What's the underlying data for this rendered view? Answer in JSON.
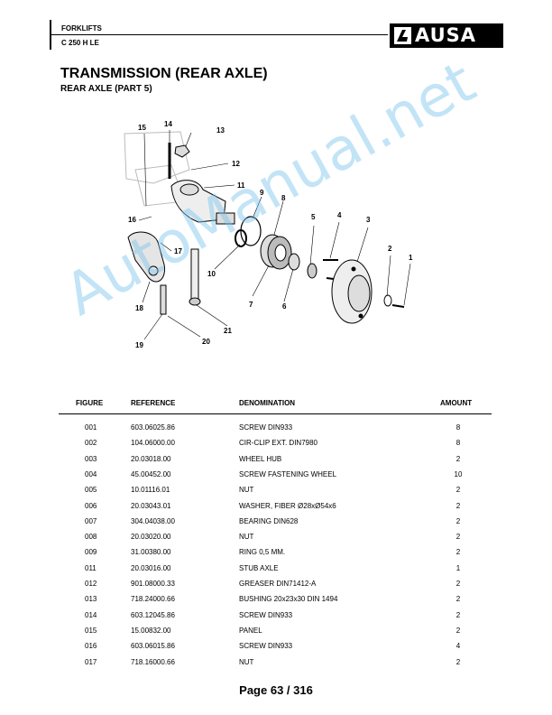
{
  "header": {
    "line1": "FORKLIFTS",
    "line2": "C 250 H LE",
    "logo_text": "AUSA"
  },
  "title": "TRANSMISSION (REAR AXLE)",
  "subtitle": "REAR AXLE (PART 5)",
  "watermark": "AutoManual.net",
  "diagram": {
    "callouts": [
      "15",
      "14",
      "13",
      "12",
      "11",
      "9",
      "8",
      "16",
      "5",
      "4",
      "3",
      "17",
      "2",
      "1",
      "10",
      "7",
      "6",
      "18",
      "21",
      "19",
      "20"
    ]
  },
  "table": {
    "headers": {
      "figure": "FIGURE",
      "reference": "REFERENCE",
      "denomination": "DENOMINATION",
      "amount": "AMOUNT"
    },
    "rows": [
      {
        "figure": "001",
        "reference": "603.06025.86",
        "denomination": "SCREW DIN933",
        "amount": "8"
      },
      {
        "figure": "002",
        "reference": "104.06000.00",
        "denomination": "CIR-CLIP EXT. DIN7980",
        "amount": "8"
      },
      {
        "figure": "003",
        "reference": "20.03018.00",
        "denomination": "WHEEL HUB",
        "amount": "2"
      },
      {
        "figure": "004",
        "reference": "45.00452.00",
        "denomination": "SCREW FASTENING WHEEL",
        "amount": "10"
      },
      {
        "figure": "005",
        "reference": "10.01116.01",
        "denomination": "NUT",
        "amount": "2"
      },
      {
        "figure": "006",
        "reference": "20.03043.01",
        "denomination": "WASHER, FIBER Ø28xØ54x6",
        "amount": "2"
      },
      {
        "figure": "007",
        "reference": "304.04038.00",
        "denomination": "BEARING DIN628",
        "amount": "2"
      },
      {
        "figure": "008",
        "reference": "20.03020.00",
        "denomination": "NUT",
        "amount": "2"
      },
      {
        "figure": "009",
        "reference": "31.00380.00",
        "denomination": "RING 0,5 MM.",
        "amount": "2"
      },
      {
        "figure": "011",
        "reference": "20.03016.00",
        "denomination": "STUB AXLE",
        "amount": "1"
      },
      {
        "figure": "012",
        "reference": "901.08000.33",
        "denomination": "GREASER DIN71412-A",
        "amount": "2"
      },
      {
        "figure": "013",
        "reference": "718.24000.66",
        "denomination": "BUSHING 20x23x30 DIN 1494",
        "amount": "2"
      },
      {
        "figure": "014",
        "reference": "603.12045.86",
        "denomination": "SCREW DIN933",
        "amount": "2"
      },
      {
        "figure": "015",
        "reference": "15.00832.00",
        "denomination": "PANEL",
        "amount": "2"
      },
      {
        "figure": "016",
        "reference": "603.06015.86",
        "denomination": "SCREW DIN933",
        "amount": "4"
      },
      {
        "figure": "017",
        "reference": "718.16000.66",
        "denomination": "NUT",
        "amount": "2"
      }
    ]
  },
  "footer": {
    "page_label": "Page 63 / 316"
  }
}
